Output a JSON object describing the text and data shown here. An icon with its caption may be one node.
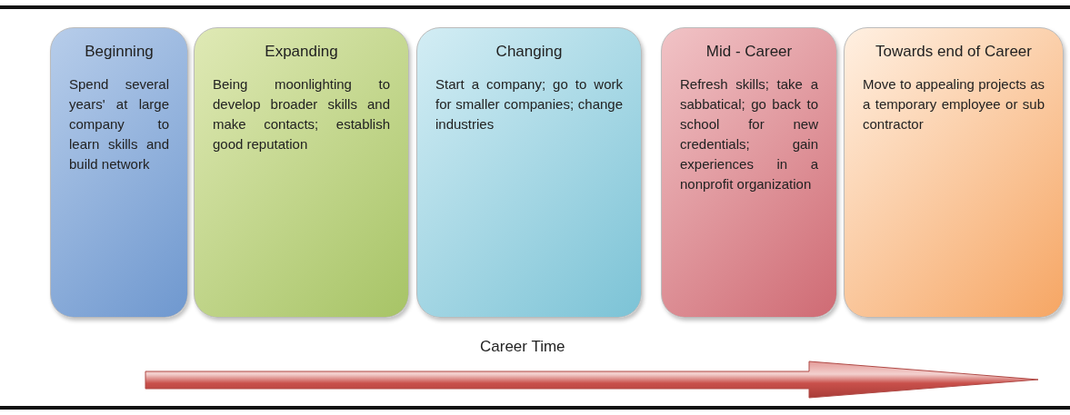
{
  "diagram": {
    "nodes": [
      {
        "text": [
          "Beginning",
          "Spend several years' at large company to learn skills and build network"
        ]
      },
      {
        "text": [
          "Expanding",
          "Being moonlighting to develop broader skills and make contacts; establish good reputation"
        ]
      },
      {
        "text": [
          "Changing",
          "Start a company; go to work for smaller companies; change industries"
        ]
      },
      {
        "text": [
          "Mid - Career",
          "Refresh skills; take a sabbatical; go back to school for new credentials; gain experiences in a nonprofit organization"
        ]
      },
      {
        "text": [
          "Towards end of Career",
          "Move to appealing projects as a temporary employee or sub contractor"
        ]
      }
    ],
    "labels": [
      "Career Time"
    ]
  }
}
